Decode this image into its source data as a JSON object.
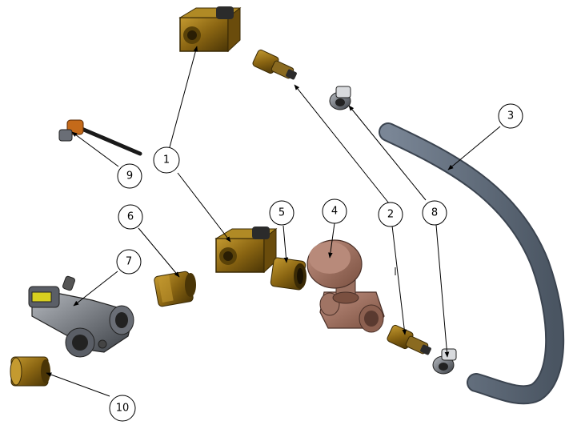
{
  "diagram": {
    "kind": "exploded assembly drawing",
    "background": "#ffffff",
    "colors": {
      "brass": "#a07a1a",
      "brass_dark": "#5a4208",
      "bronze_valve": "#9a7060",
      "hose": "#5c6878",
      "steel": "#8a8f96",
      "leader": "#000000"
    },
    "balloons": [
      {
        "id": "b1",
        "label": "1"
      },
      {
        "id": "b2",
        "label": "2"
      },
      {
        "id": "b3",
        "label": "3"
      },
      {
        "id": "b4",
        "label": "4"
      },
      {
        "id": "b5",
        "label": "5"
      },
      {
        "id": "b6",
        "label": "6"
      },
      {
        "id": "b7",
        "label": "7"
      },
      {
        "id": "b8",
        "label": "8"
      },
      {
        "id": "b9",
        "label": "9"
      },
      {
        "id": "b10",
        "label": "10"
      }
    ]
  }
}
